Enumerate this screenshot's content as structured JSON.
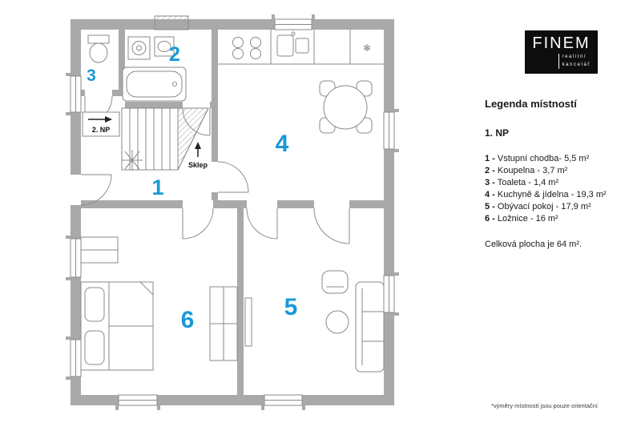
{
  "colors": {
    "accent": "#1899d6",
    "wall": "#a9a9a9",
    "line": "#8a8a8a",
    "logo_bg": "#0d0d0d"
  },
  "logo": {
    "name": "FINEM",
    "subtitle1": "realitní",
    "subtitle2": "kancelář"
  },
  "legend": {
    "title": "Legenda místností",
    "floor": "1. NP",
    "rooms": [
      {
        "num": "1 -",
        "text": "Vstupní chodba- 5,5 m²"
      },
      {
        "num": "2 -",
        "text": "Koupelna - 3,7 m²"
      },
      {
        "num": "3 -",
        "text": "Toaleta - 1,4 m²"
      },
      {
        "num": "4 -",
        "text": "Kuchyně & jídelna - 19,3 m²"
      },
      {
        "num": "5 -",
        "text": "Obývací pokoj - 17,9 m²"
      },
      {
        "num": "6 -",
        "text": "Ložnice - 16 m²"
      }
    ],
    "total": "Celková plocha je 64 m².",
    "footnote": "*výměry místností jsou pouze orientační"
  },
  "plan": {
    "room_numbers": [
      "1",
      "2",
      "3",
      "4",
      "5",
      "6"
    ],
    "labels": {
      "upper_floor": "2. NP",
      "basement": "Sklep",
      "fridge_icon": "❄"
    }
  }
}
